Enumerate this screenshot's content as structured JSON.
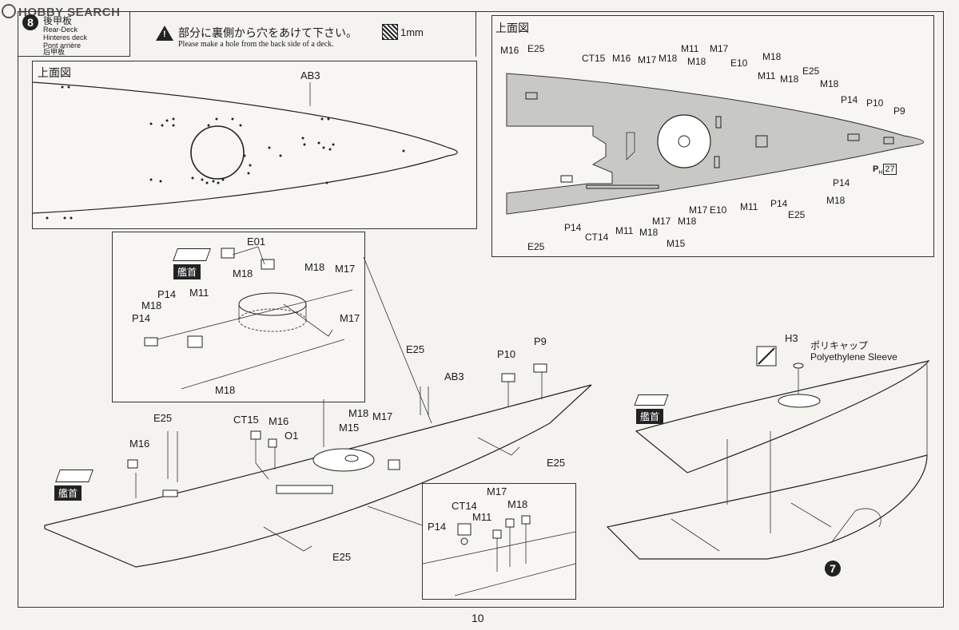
{
  "watermark": "HOBBY SEARCH",
  "page_number": "10",
  "step": {
    "number": "8",
    "title_jp": "後甲板",
    "title_en": "Rear-Deck",
    "title_de": "Hinteres deck",
    "title_fr": "Pont arrière",
    "title_cn": "后甲板"
  },
  "notice": {
    "text_jp": "部分に裏側から穴をあけて下さい。",
    "text_en": "Please make a hole from the back side of a deck.",
    "drill_size": "1mm"
  },
  "top_view_left": {
    "heading": "上面図",
    "part_label": "AB3"
  },
  "top_view_right": {
    "heading": "上面図",
    "labels": {
      "m16": "M16",
      "e25a": "E25",
      "ct15": "CT15",
      "m16b": "M16",
      "m17a": "M17",
      "m18a": "M18",
      "m11a": "M11",
      "m18b": "M18",
      "m17b": "M17",
      "e10a": "E10",
      "m18c": "M18",
      "m11b": "M11",
      "m18d": "M18",
      "e25b": "E25",
      "m18e": "M18",
      "p14a": "P14",
      "p10": "P10",
      "p9": "P9",
      "p14b": "P14",
      "m18f": "M18",
      "e25c": "E25",
      "p14c": "P14",
      "m11c": "M11",
      "e10b": "E10",
      "m17c": "M17",
      "m18g": "M18",
      "m15": "M15",
      "m17d": "M17",
      "m18h": "M18",
      "m11d": "M11",
      "ct14": "CT14",
      "p14d": "P14",
      "e25d": "E25",
      "ref": "P",
      "ref_sub": "H",
      "ref_num": "27"
    }
  },
  "inset_top": {
    "bow": "艦首",
    "labels": {
      "e01": "E01",
      "m18a": "M18",
      "m17a": "M17",
      "m18b": "M18",
      "m17b": "M17",
      "p14a": "P14",
      "m11": "M11",
      "m18c": "M18",
      "p14b": "P14",
      "m18d": "M18"
    }
  },
  "main_assembly": {
    "bow": "艦首",
    "labels": {
      "e25a": "E25",
      "p10": "P10",
      "p9": "P9",
      "ab3": "AB3",
      "e25b": "E25",
      "m16a": "M16",
      "ct15": "CT15",
      "m16b": "M16",
      "o1": "O1",
      "m18": "M18",
      "m17": "M17",
      "m15": "M15",
      "e25c": "E25",
      "e25d": "E25"
    }
  },
  "inset_bottom": {
    "labels": {
      "m17": "M17",
      "ct14": "CT14",
      "m18": "M18",
      "m11": "M11",
      "p14": "P14"
    }
  },
  "hull_assembly": {
    "bow": "艦首",
    "h3": "H3",
    "sleeve_jp": "ポリキャップ",
    "sleeve_en": "Polyethylene Sleeve",
    "ref_step": "7"
  }
}
